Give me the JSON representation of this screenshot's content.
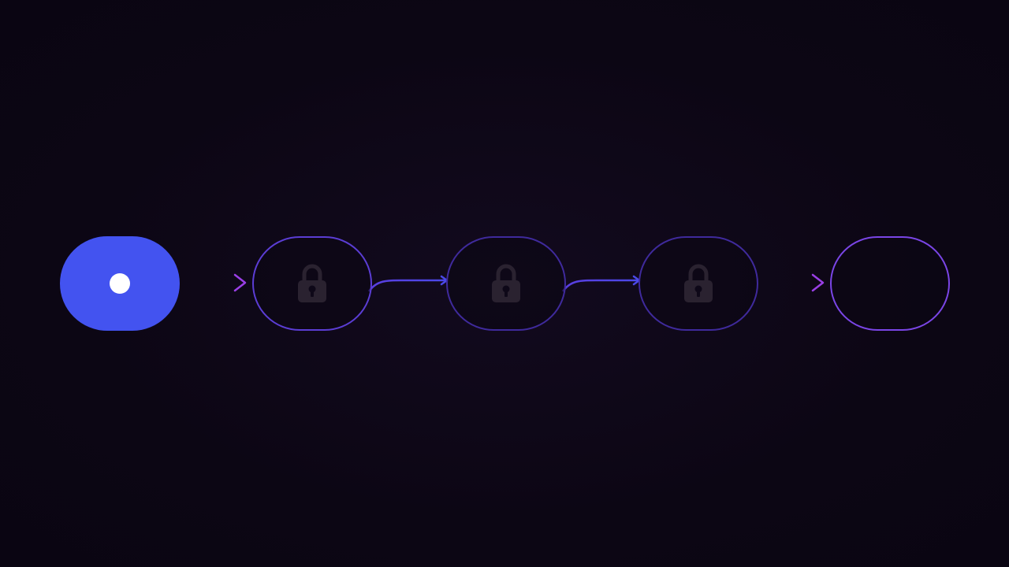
{
  "steps": [
    {
      "state": "current",
      "icon": "dot-icon"
    },
    {
      "state": "locked",
      "icon": "lock-icon"
    },
    {
      "state": "locked",
      "icon": "lock-icon"
    },
    {
      "state": "locked",
      "icon": "lock-icon"
    },
    {
      "state": "final",
      "icon": ""
    }
  ],
  "colors": {
    "background": "#0c0614",
    "active_fill": "#4353f0",
    "locked_border": "#5b3dd4",
    "final_border": "#7a45e6",
    "arrow": "#8a3fe0",
    "lock_glyph": "#2a2230"
  }
}
